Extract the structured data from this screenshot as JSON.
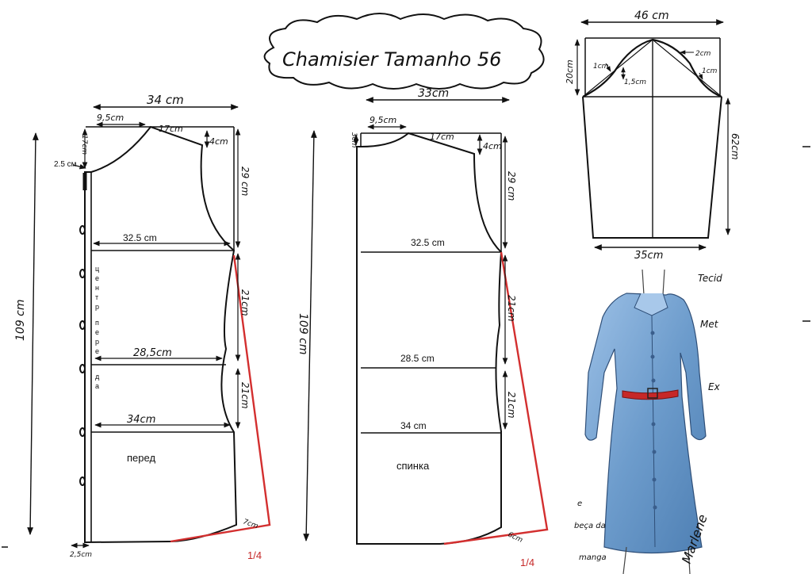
{
  "title": "Chamisier Tamanho 56",
  "colors": {
    "line": "#111111",
    "accent_red": "#d32f2f",
    "fabric_blue": "#6f9ccc",
    "belt_red": "#c62828"
  },
  "front": {
    "top_width": "34 cm",
    "neck_width": "9,5cm",
    "neck_depth": "17cm",
    "shoulder": "17cm",
    "shoulder_drop": "4cm",
    "armhole_depth": "29 cm",
    "extension": "2.5 cм",
    "chest": "32.5 cm",
    "waist": "28,5cm",
    "hip": "34cm",
    "length": "109 cm",
    "side_upper": "21cm",
    "side_lower": "21cm",
    "hem_offset": "7cm",
    "placket": "2,5cm",
    "label": "перед",
    "center_front": [
      "ц",
      "е",
      "н",
      "т",
      "р",
      "п",
      "е",
      "р",
      "е",
      "д",
      "а"
    ],
    "quarter": "1/4"
  },
  "back": {
    "top_width": "33cm",
    "neck_width": "9,5cm",
    "neck_depth": "3cm",
    "shoulder": "17cm",
    "shoulder_drop": "4cm",
    "armhole_depth": "29 cm",
    "chest": "32.5 cm",
    "waist": "28.5 cm",
    "hip": "34 cm",
    "length": "109 cm",
    "side_upper": "21cm",
    "side_lower": "21cm",
    "hem_offset": "6cm",
    "label": "спинка",
    "quarter": "1/4"
  },
  "sleeve": {
    "top_width": "46 cm",
    "cap_height": "20cm",
    "length": "62cm",
    "bottom_width": "35cm",
    "cap_notes": [
      "1cm",
      "1,5cm",
      "2cm",
      "1cm"
    ]
  },
  "sketch": {
    "notes": [
      "Tecid",
      "Met",
      "Ex",
      "e",
      "beça da",
      "manga"
    ],
    "signature": "Marlene"
  }
}
